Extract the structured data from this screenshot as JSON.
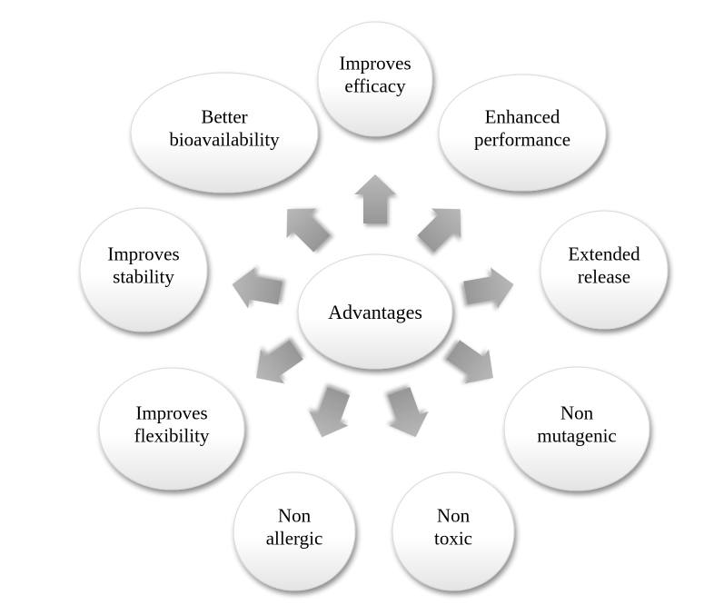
{
  "diagram": {
    "type": "radial-cycle",
    "center": {
      "label": "Advantages"
    },
    "nodes": [
      {
        "id": "improves-efficacy",
        "lines": [
          "Improves",
          "efficacy"
        ]
      },
      {
        "id": "enhanced-performance",
        "lines": [
          "Enhanced",
          "performance"
        ]
      },
      {
        "id": "extended-release",
        "lines": [
          "Extended",
          "release"
        ]
      },
      {
        "id": "non-mutagenic",
        "lines": [
          "Non",
          "mutagenic"
        ]
      },
      {
        "id": "non-toxic",
        "lines": [
          "Non",
          "toxic"
        ]
      },
      {
        "id": "non-allergic",
        "lines": [
          "Non",
          "allergic"
        ]
      },
      {
        "id": "improves-flexibility",
        "lines": [
          "Improves",
          "flexibility"
        ]
      },
      {
        "id": "improves-stability",
        "lines": [
          "Improves",
          "stability"
        ]
      },
      {
        "id": "better-bioavailability",
        "lines": [
          "Better",
          "bioavailability"
        ]
      }
    ],
    "colors": {
      "arrow_top": "#b3b3b3",
      "arrow_bottom": "#999999",
      "bubble_top": "#ffffff",
      "bubble_bottom": "#e6e6e6",
      "text": "#000000"
    }
  }
}
